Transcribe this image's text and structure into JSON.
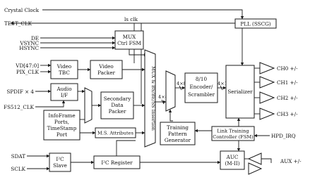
{
  "signals": {
    "crystal_clock": "Crystal Clock",
    "ls_clk": "ls clk",
    "test_clk": "TEST_CLK",
    "de": "DE",
    "vsync": "VSYNC",
    "hsync": "HSYNC",
    "vd": "VD[47:0]",
    "pix_clk": "PIX_CLK",
    "spdif": "SPDIF × 4",
    "fs512": "FS512_CLK",
    "sdat": "SDAT",
    "sclk": "SCLK",
    "hpd_irq": "HPD_IRQ",
    "aux": "AUX +/-",
    "ch0": "CH0 +/-",
    "ch1": "CH1 +/-",
    "ch2": "CH2 +/-",
    "ch3": "CH3 +/-",
    "bus_4x8_a": "4×8",
    "bus_4x8_b": "4×8",
    "bus_4x10": "4×10"
  },
  "blocks": {
    "pll": "PLL (SSCG)",
    "mux_ctrl_l1": "MUX",
    "mux_ctrl_l2": "Ctrl FSM",
    "video_tbc_l1": "Video",
    "video_tbc_l2": "TBC",
    "video_packer_l1": "Video",
    "video_packer_l2": "Packer",
    "audio_if_l1": "Audio",
    "audio_if_l2": "I/F",
    "secondary_l1": "Secondary",
    "secondary_l2": "Data",
    "secondary_l3": "Packer",
    "infoframe_l1": "InfoFrame",
    "infoframe_l2": "Ports,",
    "infoframe_l3": "TimeStamp",
    "infoframe_l4": "Port",
    "ms_attr": "M.S. Attributes",
    "mux_bs": "MUX & BS/BE/SS Insertion",
    "encoder_l1": "8/10",
    "encoder_l2": "Encoder/",
    "encoder_l3": "Scrambler",
    "serializer": "Serializer",
    "training_l1": "Training",
    "training_l2": "Pattern",
    "training_l3": "Generator",
    "link_training_l1": "Link Training",
    "link_training_l2": "Controller (FSM)",
    "i2c_slave_l1": "I²C",
    "i2c_slave_l2": "Slave",
    "i2c_register": "I²C Register",
    "aux_l1": "AUC",
    "aux_l2": "(M-II)"
  }
}
